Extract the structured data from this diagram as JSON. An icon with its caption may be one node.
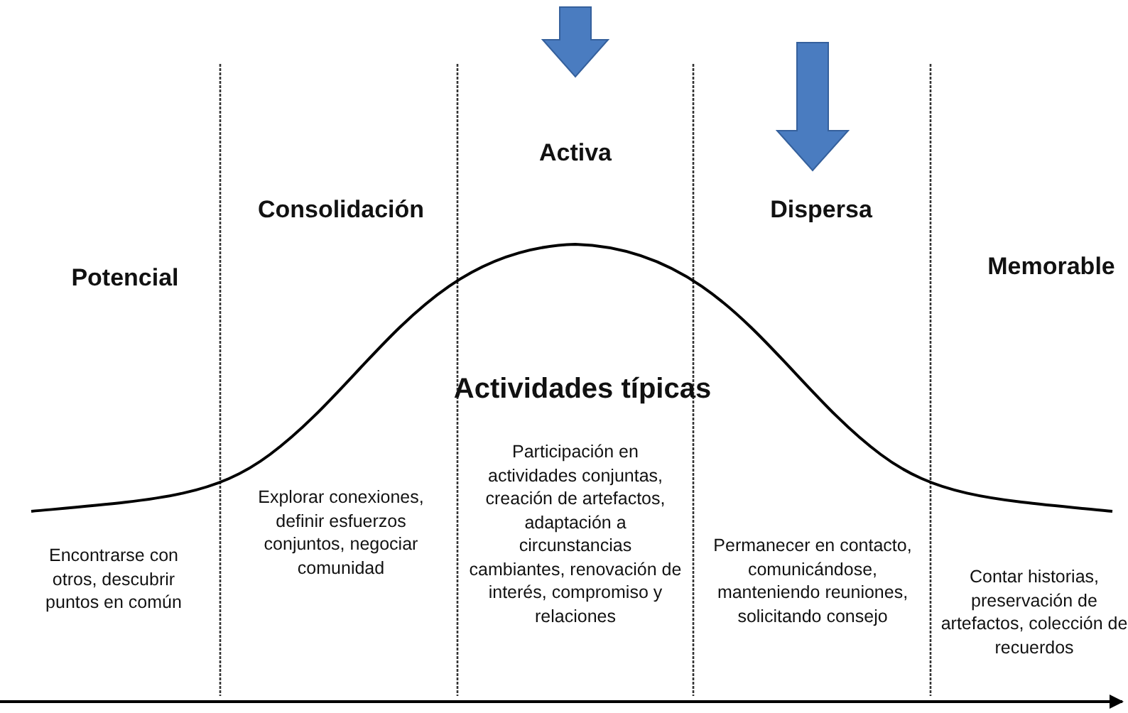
{
  "diagram": {
    "labels": [
      "Activa",
      "Consolidación",
      "Dispersa",
      "Potencial",
      "Memorable",
      "Actividades típicas",
      "Participación en actividades conjuntas, creación de artefactos, adaptación a circunstancias cambiantes, renovación de interés, compromiso y relaciones",
      "Explorar conexiones, definir esfuerzos conjuntos, negociar comunidad",
      "Encontrarse con otros, descubrir puntos en común",
      "Permanecer en contacto, comunicándose, manteniendo reuniones, solicitando consejo",
      "Contar historias, preservación de artefactos, colección de recuerdos"
    ]
  }
}
